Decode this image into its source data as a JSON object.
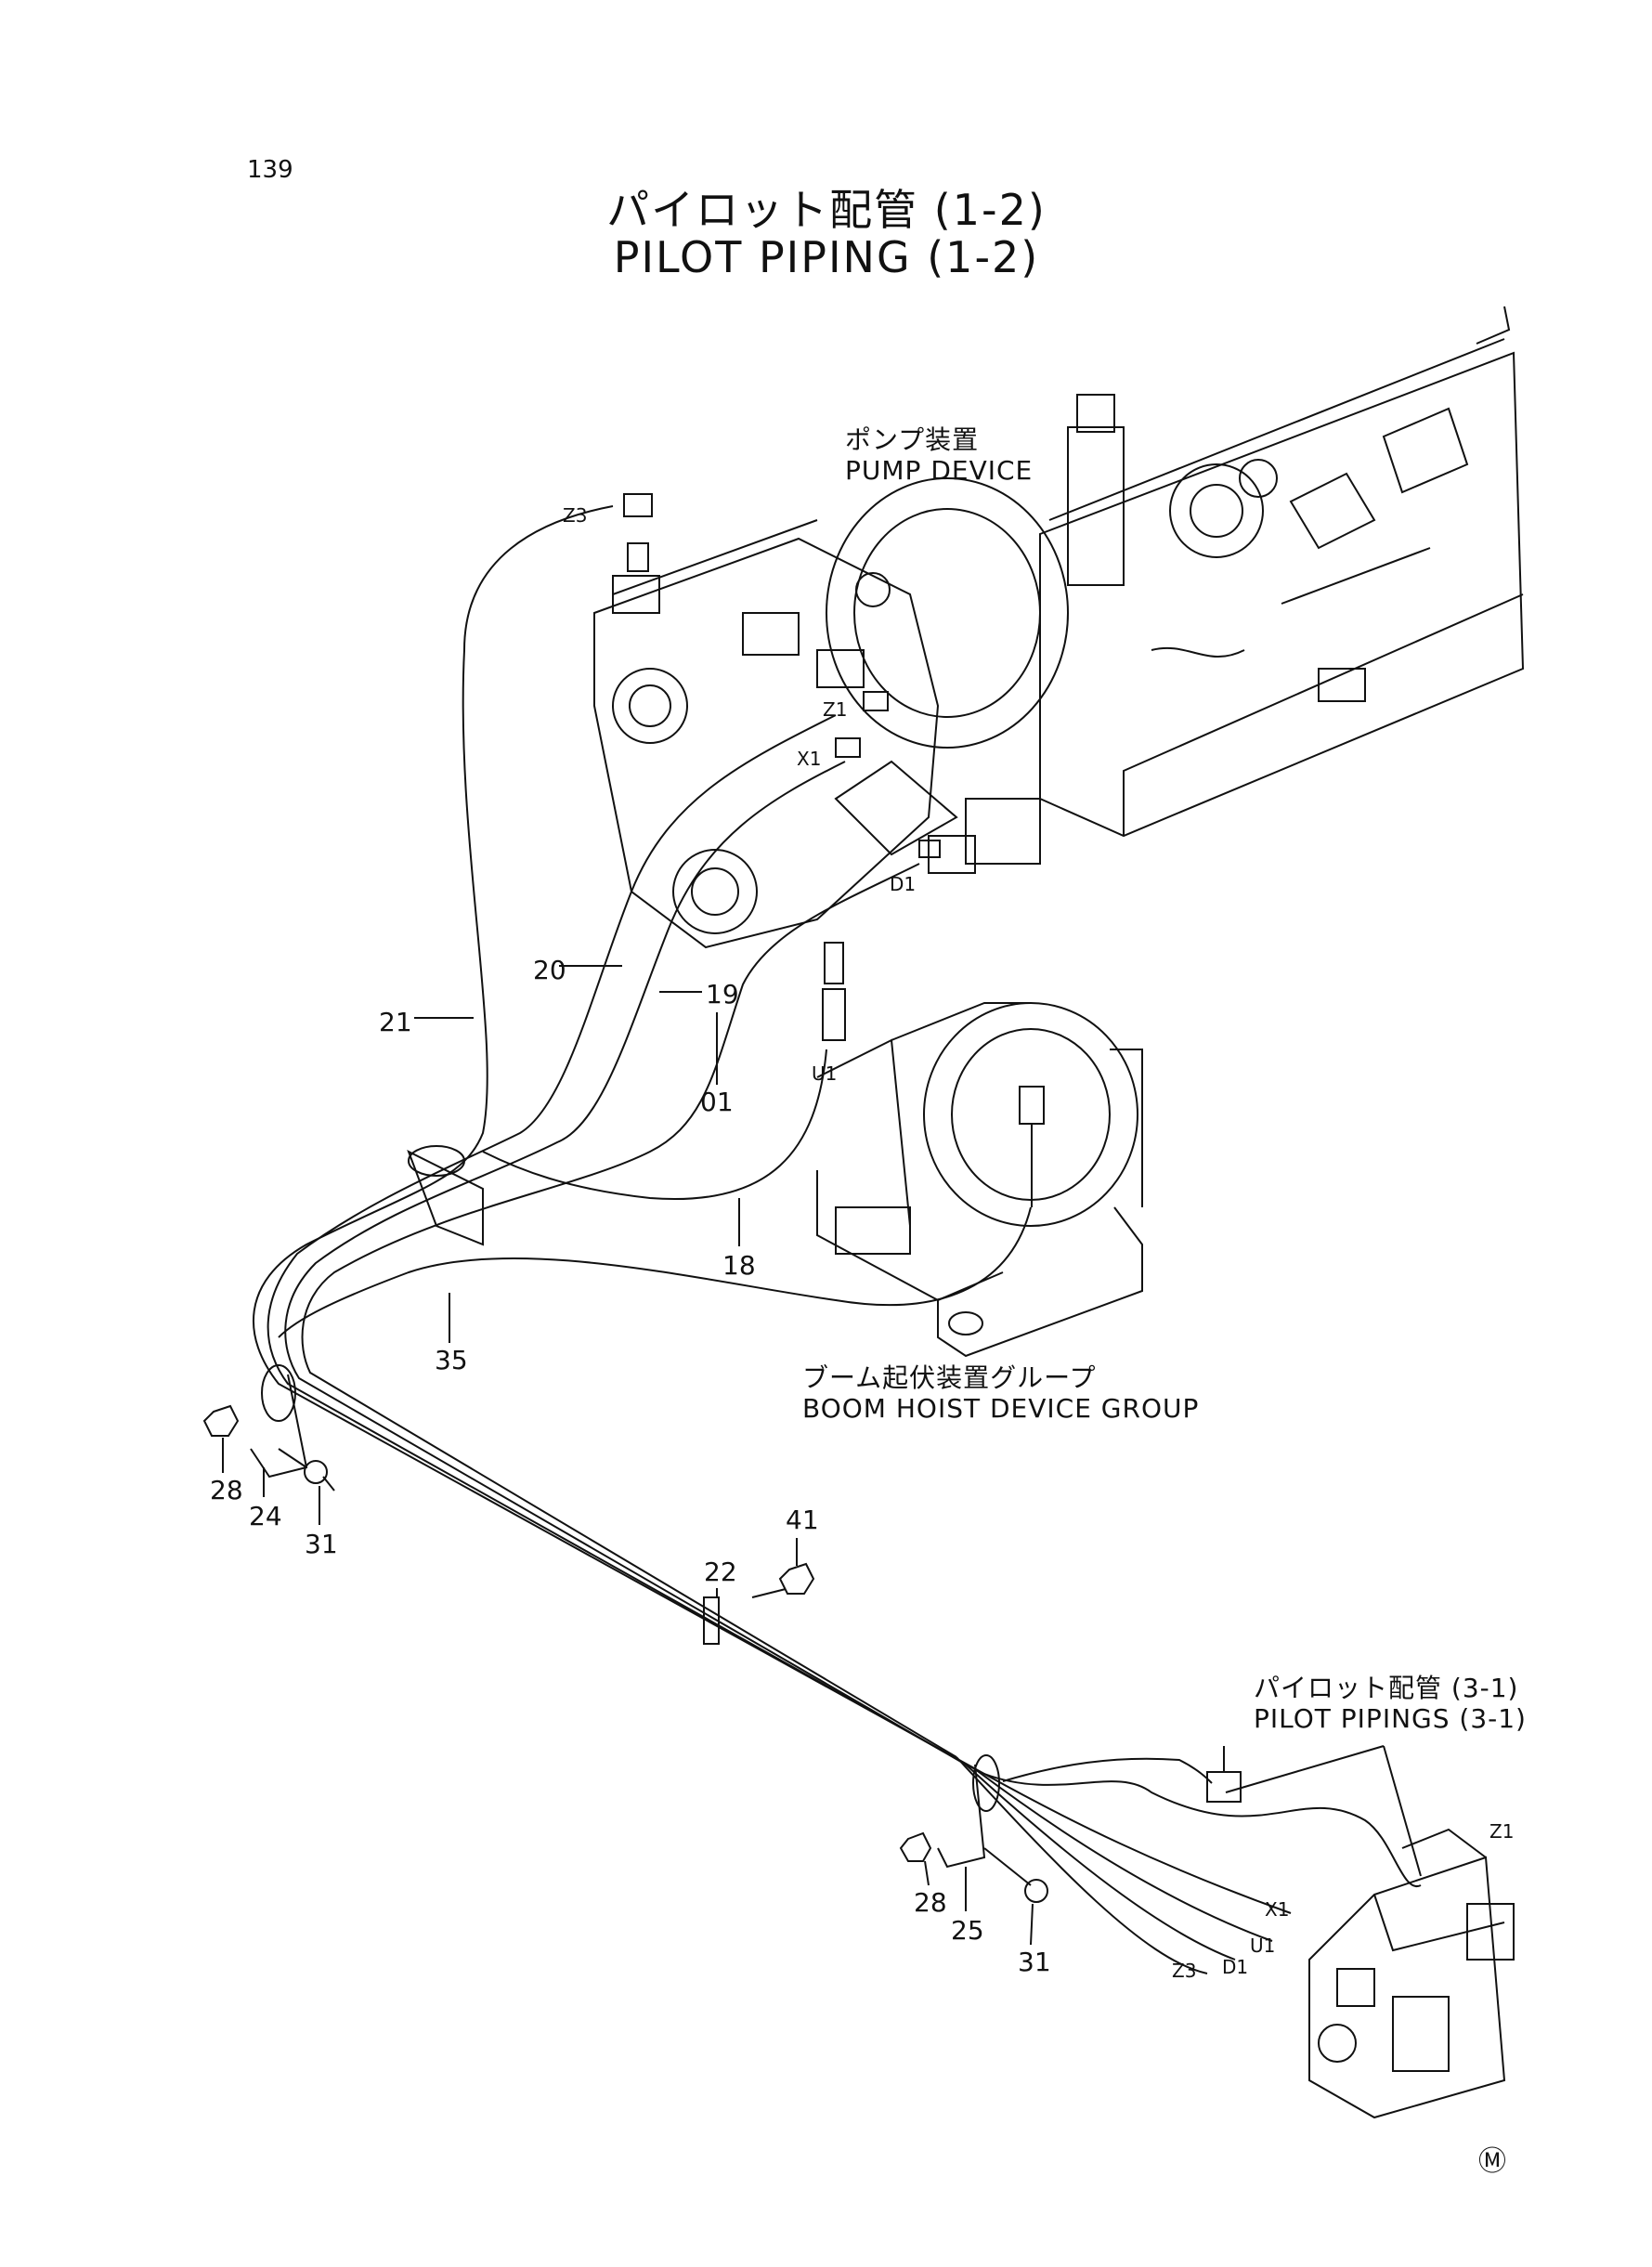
{
  "page": {
    "number": "139",
    "title_jp": "パイロット配管 (1-2)",
    "title_en": "PILOT PIPING (1-2)",
    "mark": "Ⓜ"
  },
  "groups": {
    "pump_jp": "ポンプ装置",
    "pump_en": "PUMP DEVICE",
    "boom_jp": "ブーム起伏装置グループ",
    "boom_en": "BOOM HOIST DEVICE GROUP",
    "pilot_jp": "パイロット配管 (3-1)",
    "pilot_en": "PILOT PIPINGS (3-1)"
  },
  "ports_top": {
    "z3": "Z3",
    "z1": "Z1",
    "x1": "X1",
    "d1": "D1",
    "u1": "U1"
  },
  "ports_bottom": {
    "z1": "Z1",
    "x1": "X1",
    "u1": "U1",
    "d1": "D1",
    "z3": "Z3"
  },
  "part_numbers": {
    "p20": "20",
    "p19": "19",
    "p21": "21",
    "p01": "01",
    "p18": "18",
    "p35": "35",
    "p28a": "28",
    "p24": "24",
    "p31a": "31",
    "p41": "41",
    "p22": "22",
    "p28b": "28",
    "p25": "25",
    "p31b": "31"
  }
}
